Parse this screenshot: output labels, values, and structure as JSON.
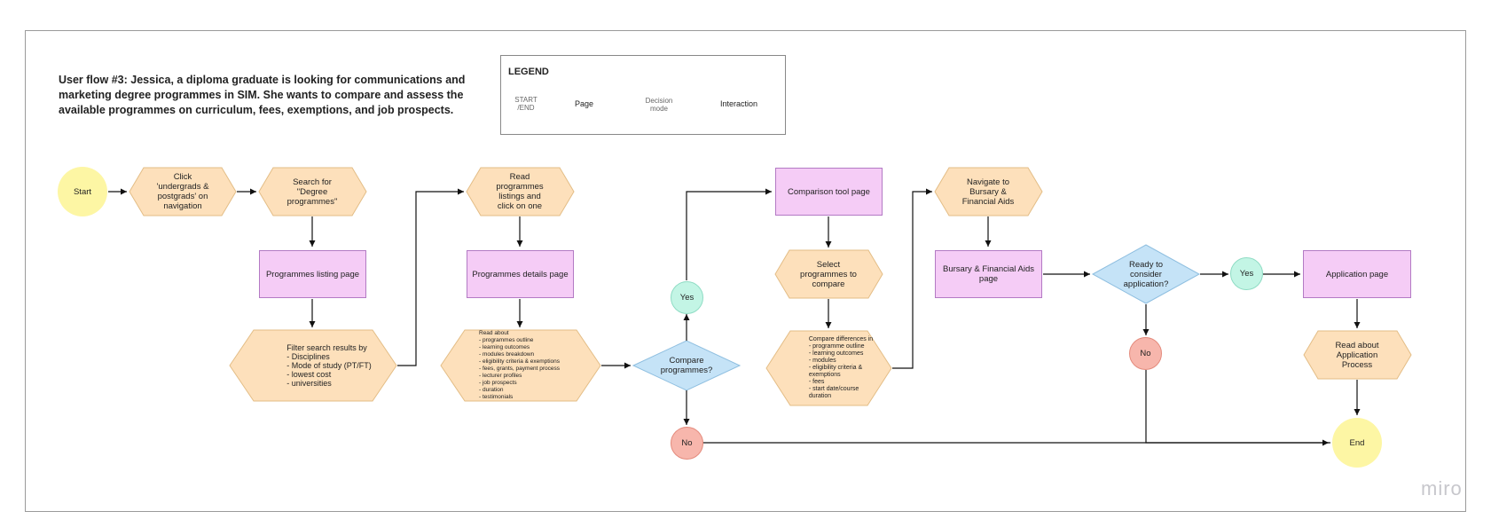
{
  "title": "User flow #3: Jessica, a diploma graduate is looking for communications and marketing degree programmes in SIM. She wants to compare and assess the available programmes on curriculum, fees, exemptions, and job prospects.",
  "legend": {
    "title": "LEGEND",
    "start_end": "START\n/END",
    "page": "Page",
    "decision": "Decision\nmode",
    "interaction": "Interaction"
  },
  "nodes": {
    "start": "Start",
    "click_nav": "Click\n'undergrads &\npostgrads' on\nnavigation",
    "search": "Search for\n\"Degree\nprogrammes\"",
    "listing_page": "Programmes listing page",
    "filter": "Filter search results by\n-  Disciplines\n-  Mode of study (PT/FT)\n-  lowest cost\n-  universities",
    "read_listings": "Read\nprogrammes\nlistings and\nclick on one",
    "details_page": "Programmes details page",
    "read_about": "Read about\n-  programmes outline\n-  learning outcomes\n-  modules breakdown\n-  eligibility criteria & exemptions\n-  fees, grants, payment process\n-  lecturer profiles\n-  job prospects\n-  duration\n-  testimonials",
    "compare_decision": "Compare\nprogrammes?",
    "yes1": "Yes",
    "no1": "No",
    "comparison_page": "Comparison tool page",
    "select_compare": "Select\nprogrammes to\ncompare",
    "compare_diff": "Compare differences in\n- programme outline\n- learning outcomes\n- modules\n- eligibility criteria &\nexemptions\n- fees\n- start date/course\nduration",
    "navigate_bursary": "Navigate to\nBursary &\nFinancial Aids",
    "bursary_page": "Bursary & Financial Aids page",
    "ready_decision": "Ready to\nconsider\napplication?",
    "yes2": "Yes",
    "no2": "No",
    "application_page": "Application page",
    "read_application": "Read about\nApplication\nProcess",
    "end": "End"
  },
  "colors": {
    "start_end": "#fdf6a4",
    "page": "#f5ccf6",
    "decision": "#c5e3f7",
    "interaction": "#fde0bb",
    "yes": "#c3f5e5",
    "no": "#f7b6ac"
  },
  "watermark": "miro"
}
